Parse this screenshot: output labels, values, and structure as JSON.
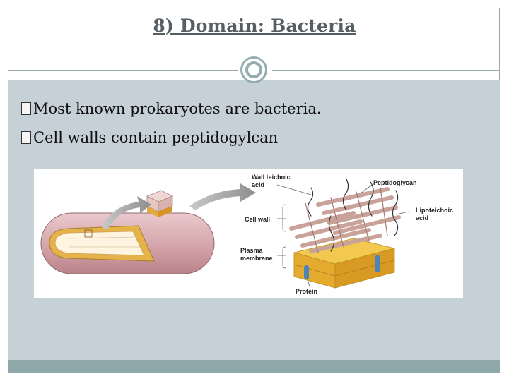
{
  "slide": {
    "title": "8) Domain: Bacteria",
    "bullets": [
      "Most known prokaryotes are bacteria.",
      "Cell walls contain peptidogylcan"
    ]
  },
  "figure": {
    "labels": {
      "wall_teichoic_1": "Wall teichoic",
      "wall_teichoic_2": "acid",
      "peptidoglycan": "Peptidoglycan",
      "cell_wall": "Cell wall",
      "lipoteichoic_1": "Lipoteichoic",
      "lipoteichoic_2": "acid",
      "plasma_1": "Plasma",
      "plasma_2": "membrane",
      "protein": "Protein"
    }
  },
  "colors": {
    "title": "#555e63",
    "panel": "#c5d1d7",
    "accent": "#94adb0",
    "bottom_bar": "#8ea8aa"
  }
}
